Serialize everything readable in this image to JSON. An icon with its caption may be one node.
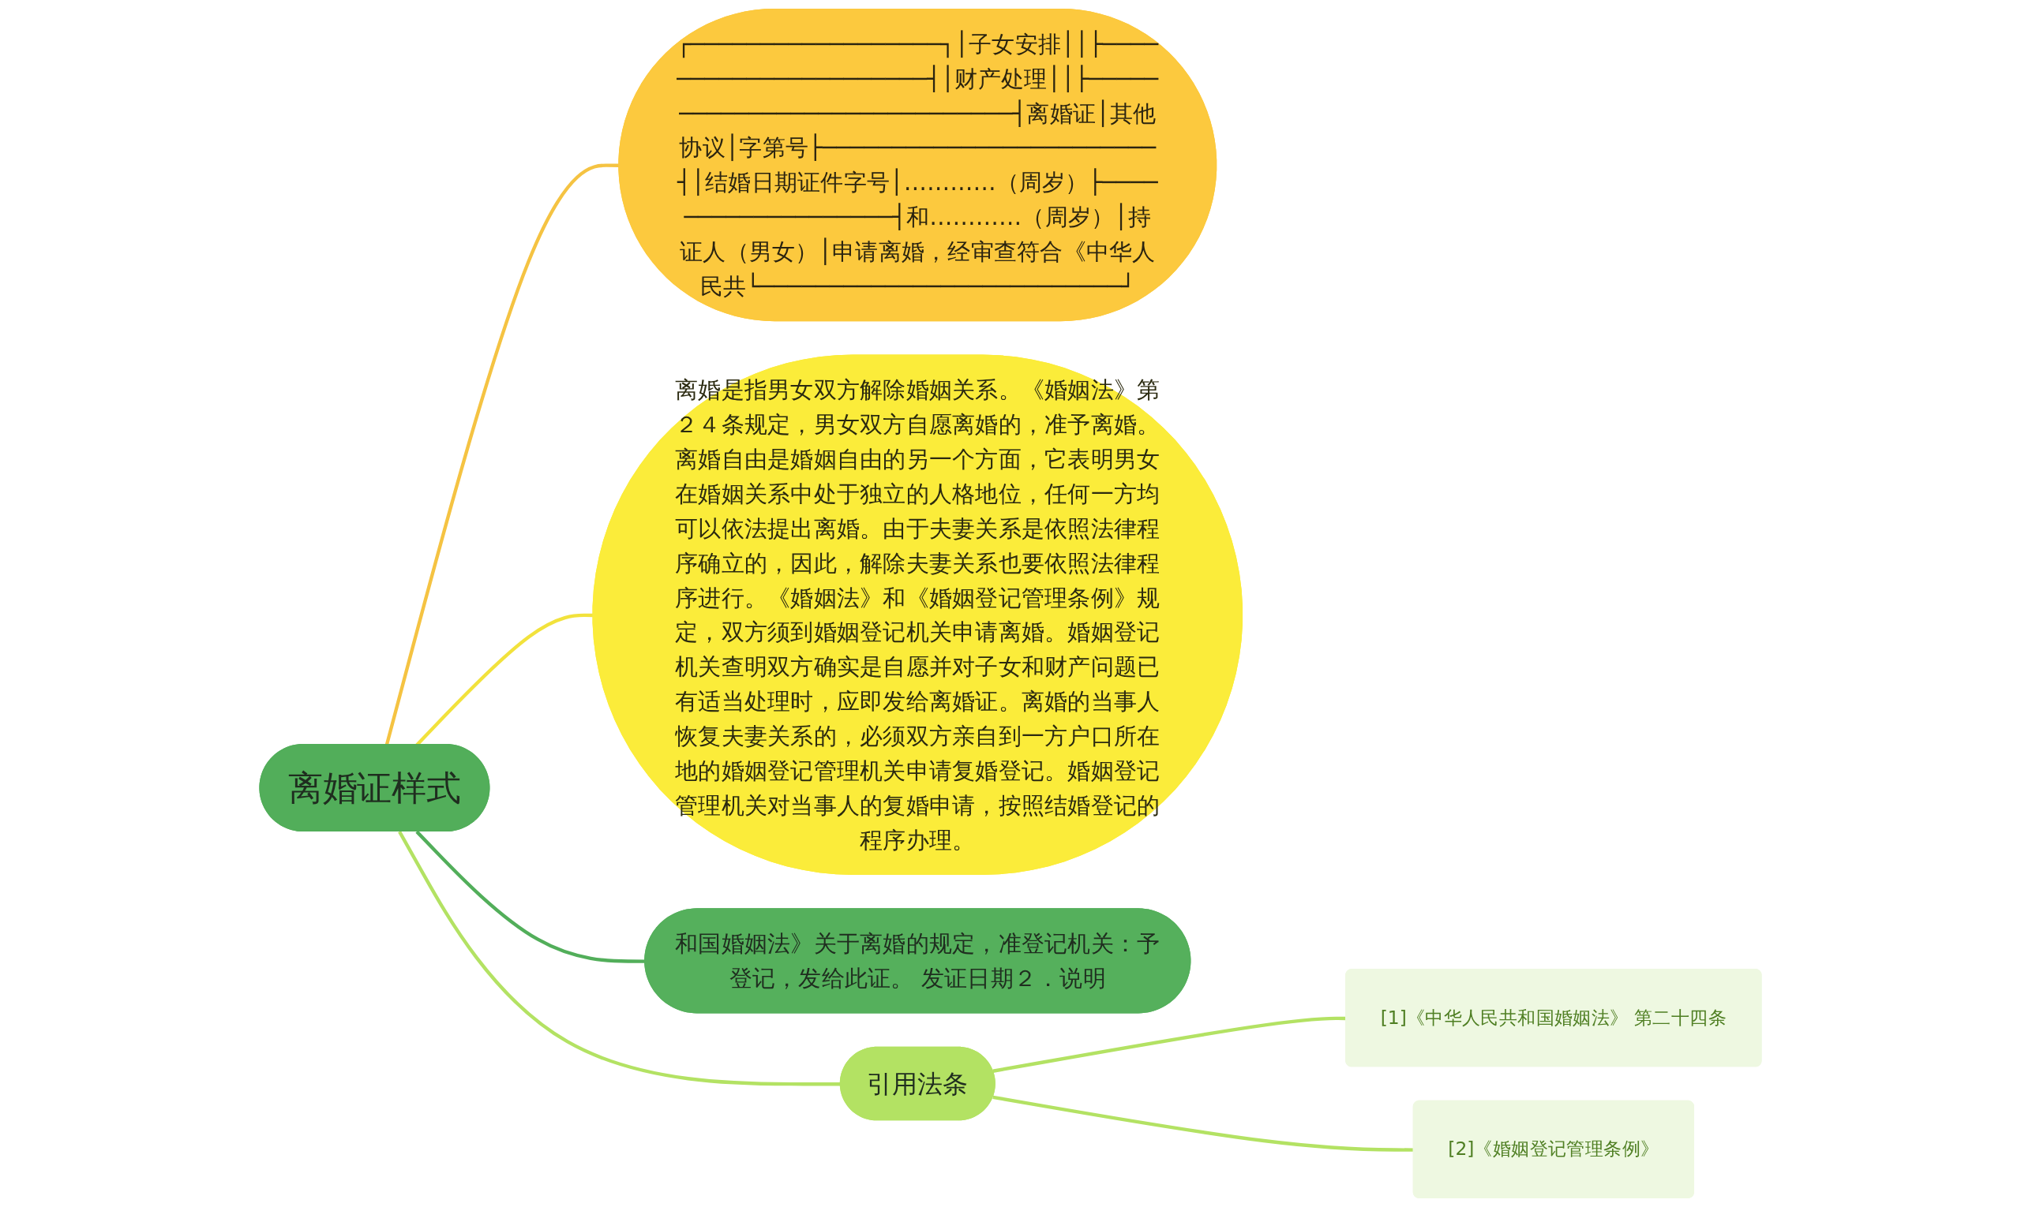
{
  "diagram": {
    "nodes": [
      {
        "text": [
          "离婚证样式"
        ]
      },
      {
        "text": [
          "┌──────────────────┐│子女安排││├──────────────────────┤│财产处理││├─────────────────────────────┤离婚证│其他协议│字第号├────────────────────────┤│结婚日期证件字号│…………（周岁）├───────────────────┤和…………（周岁）│持证人（男女）│申请离婚，经审查符合《中华人民共└──────────────────────────┘"
        ]
      },
      {
        "text": [
          "离婚是指男女双方解除婚姻关系。《婚姻法》第２４条规定，男女双方自愿离婚的，准予离婚。离婚自由是婚姻自由的另一个方面，它表明男女在婚姻关系中处于独立的人格地位，任何一方均可以依法提出离婚。由于夫妻关系是依照法律程序确立的，因此，解除夫妻关系也要依照法律程序进行。《婚姻法》和《婚姻登记管理条例》规定，双方须到婚姻登记机关申请离婚。婚姻登记机关查明双方确实是自愿并对子女和财产问题已有适当处理时，应即发给离婚证。离婚的当事人恢复夫妻关系的，必须双方亲自到一方户口所在地的婚姻登记管理机关申请复婚登记。婚姻登记管理机关对当事人的复婚申请，按照结婚登记的程序办理。"
        ]
      },
      {
        "text": [
          "和国婚姻法》关于离婚的规定，准登记机关：予登记，发给此证。 发证日期２．说明"
        ]
      },
      {
        "text": [
          "引用法条"
        ]
      },
      {
        "text": [
          "[1]《中华人民共和国婚姻法》 第二十四条"
        ]
      },
      {
        "text": [
          "[2]《婚姻登记管理条例》"
        ]
      }
    ],
    "edges": [
      {
        "from": 0,
        "to": 1,
        "arrow": "none",
        "color": "#f5c342"
      },
      {
        "from": 0,
        "to": 2,
        "arrow": "none",
        "color": "#f2e23c"
      },
      {
        "from": 0,
        "to": 3,
        "arrow": "none",
        "color": "#52ae5a"
      },
      {
        "from": 0,
        "to": 4,
        "arrow": "none",
        "color": "#b3e263"
      },
      {
        "from": 4,
        "to": 5,
        "arrow": "none",
        "color": "#b3e263"
      },
      {
        "from": 4,
        "to": 6,
        "arrow": "none",
        "color": "#b3e263"
      }
    ]
  }
}
